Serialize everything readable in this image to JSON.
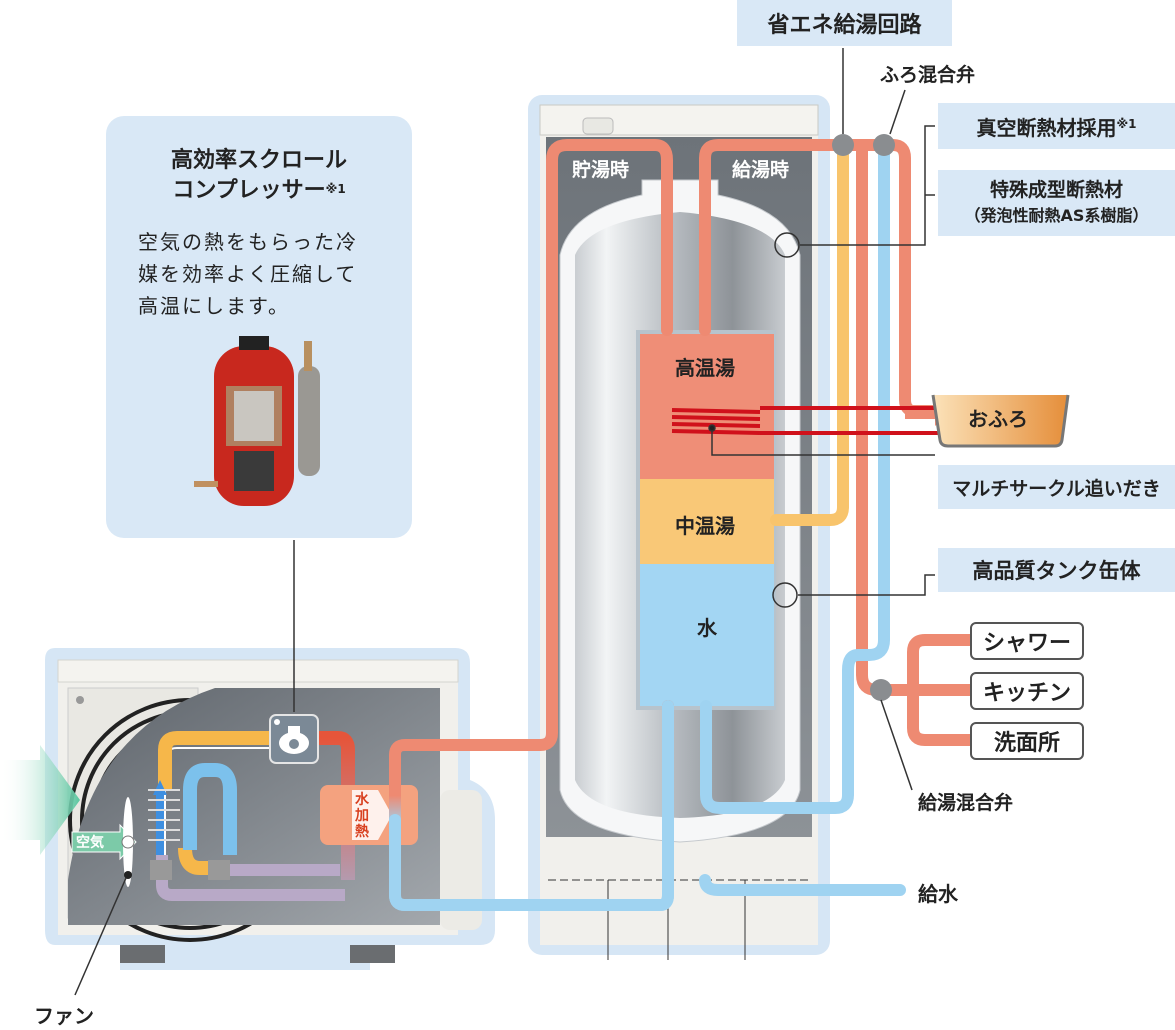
{
  "title": "エコキュート 仕組み図",
  "compressor_box": {
    "title_line1": "高効率スクロール",
    "title_line2": "コンプレッサー",
    "title_note": "※1",
    "desc_line1": "空気の熱をもらった冷",
    "desc_line2": "媒を効率よく圧縮して",
    "desc_line3": "高温にします。"
  },
  "callouts": {
    "energy_saving_circuit": "省エネ給湯回路",
    "bath_mixing_valve": "ふろ混合弁",
    "vacuum_insulation": "真空断熱材採用",
    "vacuum_insulation_note": "※1",
    "special_insulation_line1": "特殊成型断熱材",
    "special_insulation_line2": "（発泡性耐熱AS系樹脂）",
    "multi_circle_reheat": "マルチサークル追いだき",
    "tank_body": "高品質タンク缶体",
    "supply_mixing_valve": "給湯混合弁",
    "water_supply": "給水",
    "fan": "ファン"
  },
  "tank": {
    "storing_label": "貯湯時",
    "supplying_label": "給湯時",
    "layer_high": "高温湯",
    "layer_mid": "中温湯",
    "layer_water": "水"
  },
  "heat_pump": {
    "air_label": "空気",
    "water_heating_label_1": "水",
    "water_heating_label_2": "加",
    "water_heating_label_3": "熱"
  },
  "bath": {
    "label": "おふろ"
  },
  "outlets": [
    {
      "label": "シャワー"
    },
    {
      "label": "キッチン"
    },
    {
      "label": "洗面所"
    }
  ],
  "colors": {
    "hot": "#ee8a72",
    "warm": "#f8c46c",
    "cold": "#9fd3f1",
    "callout_bg": "#d9e8f6",
    "reheat_coil": "#d0111b",
    "valve": "#8a8d90"
  }
}
